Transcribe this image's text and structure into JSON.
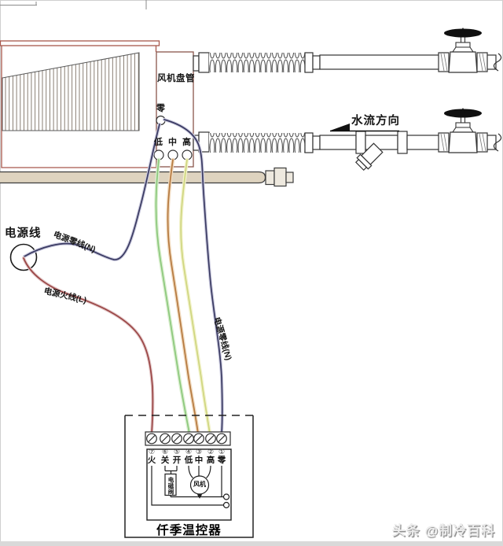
{
  "fan_coil": {
    "label": "风机盘管",
    "neutral_terminal": "零",
    "speed_terminals": [
      "低",
      "中",
      "高"
    ]
  },
  "piping": {
    "water_flow_label": "水流方向"
  },
  "power": {
    "label": "电源线",
    "neutral_wire_label": "电源零线(N)",
    "live_wire_label": "电源火线(L)",
    "bundle_neutral_label": "电源零线(N)"
  },
  "thermostat": {
    "name": "仟季温控器",
    "terminal_numbers": [
      "⑦",
      "⑥",
      "⑤",
      "④",
      "③",
      "②",
      "①"
    ],
    "terminal_labels": [
      "火",
      "关",
      "开",
      "低",
      "中",
      "高",
      "零"
    ],
    "solenoid_label": "电磁阀",
    "fan_label": "风机"
  },
  "watermark": "头条 @制冷百科",
  "colors": {
    "casing": "#a8584c",
    "outline": "#333333",
    "wire_live": "#9a4545",
    "wire_neutral": "#3a3a62",
    "wire_low": "#8cc87c",
    "wire_mid": "#b5793f",
    "wire_high": "#cfd67f",
    "drain_pipe_fill": "#ded3bf"
  }
}
